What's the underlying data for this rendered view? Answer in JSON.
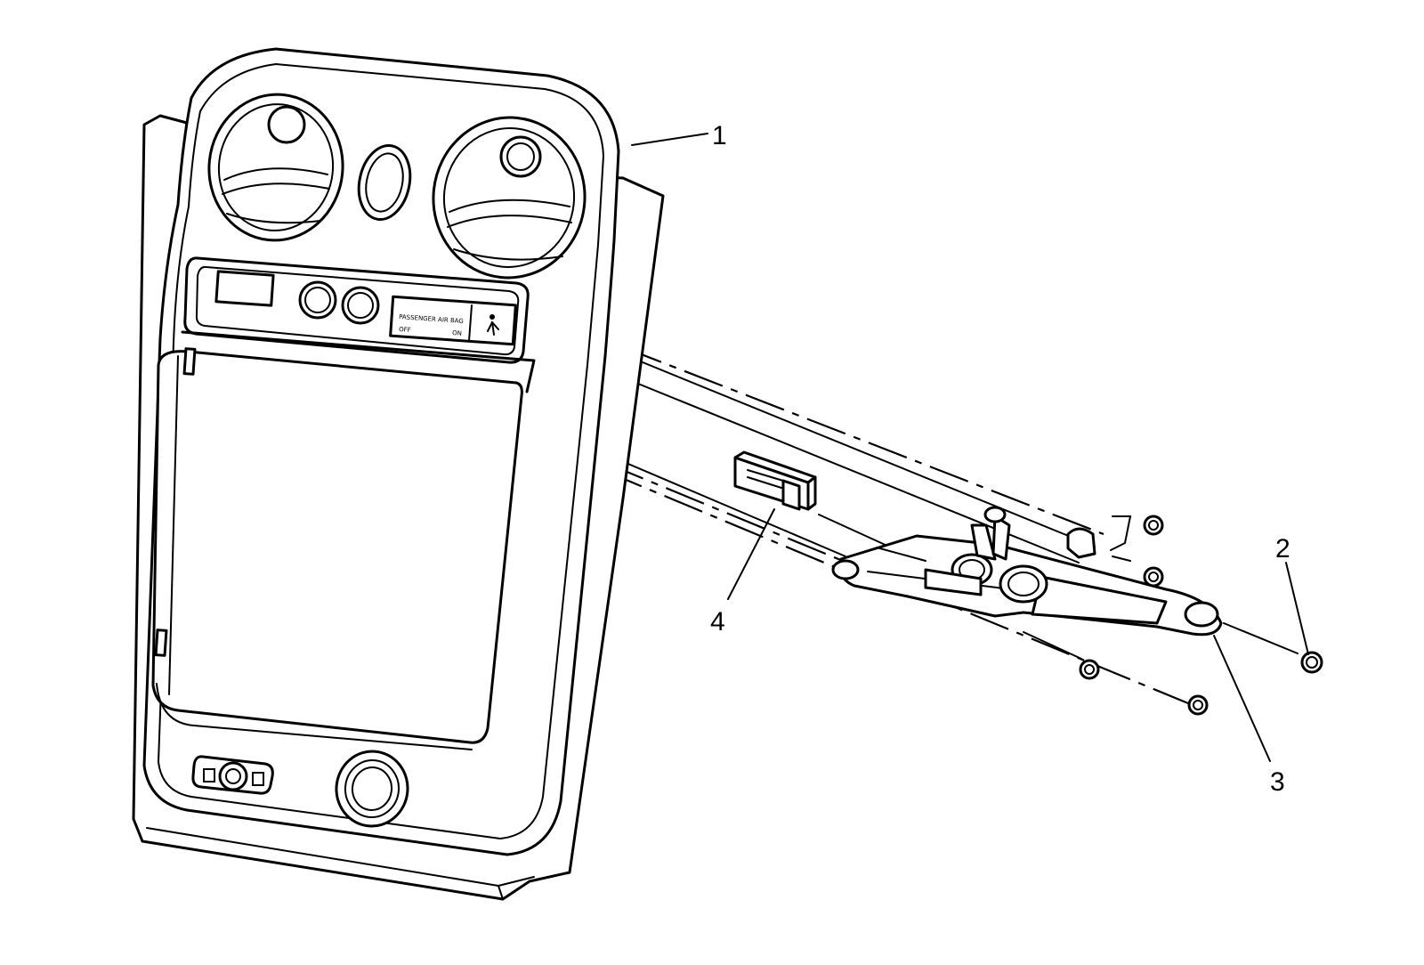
{
  "callouts": [
    {
      "id": "1",
      "text": "1"
    },
    {
      "id": "2",
      "text": "2"
    },
    {
      "id": "3",
      "text": "3"
    },
    {
      "id": "4",
      "text": "4"
    }
  ],
  "panel_text": {
    "airbag_line1": "PASSENGER AIR BAG",
    "airbag_off": "OFF",
    "airbag_on": "ON"
  }
}
